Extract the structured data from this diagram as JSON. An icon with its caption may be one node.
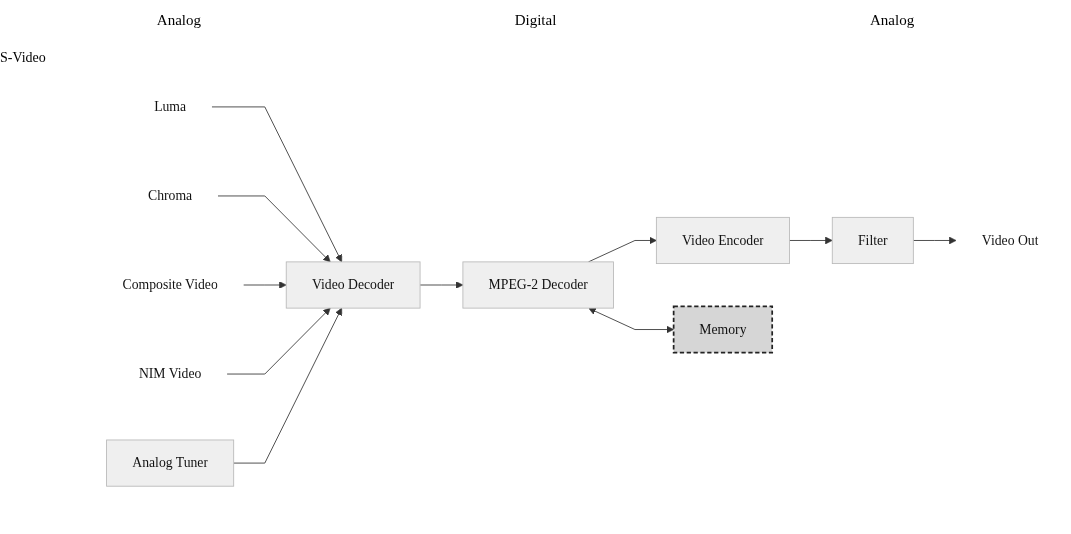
{
  "diagram": {
    "nodes": [
      {
        "text": [
          "Luma"
        ]
      },
      {
        "text": [
          "Chroma"
        ]
      },
      {
        "text": [
          "Composite Video"
        ]
      },
      {
        "text": [
          "NIM Video"
        ]
      },
      {
        "text": [
          "Video Decoder"
        ]
      },
      {
        "text": [
          "MPEG-2 Decoder"
        ]
      },
      {
        "text": [
          "Video Encoder"
        ]
      },
      {
        "text": [
          "Filter"
        ]
      },
      {
        "text": [
          "Video Out"
        ]
      },
      {
        "text": [
          "Analog Tuner"
        ]
      },
      {
        "text": [
          "Memory"
        ]
      }
    ],
    "edges": [
      {
        "from": 0,
        "to": 4,
        "arrow": "to"
      },
      {
        "from": 1,
        "to": 4,
        "arrow": "to"
      },
      {
        "from": 2,
        "to": 4,
        "arrow": "to"
      },
      {
        "from": 3,
        "to": 4,
        "arrow": "to"
      },
      {
        "from": 9,
        "to": 4,
        "arrow": "to"
      },
      {
        "from": 4,
        "to": 5,
        "arrow": "to"
      },
      {
        "from": 5,
        "to": 6,
        "arrow": "to"
      },
      {
        "from": 6,
        "to": 7,
        "arrow": "to"
      },
      {
        "from": 7,
        "to": 8,
        "arrow": "to"
      },
      {
        "from": 5,
        "to": 10,
        "arrow": "both"
      }
    ],
    "labels": [
      "Analog",
      "Digital",
      "Analog",
      "S-Video"
    ]
  }
}
